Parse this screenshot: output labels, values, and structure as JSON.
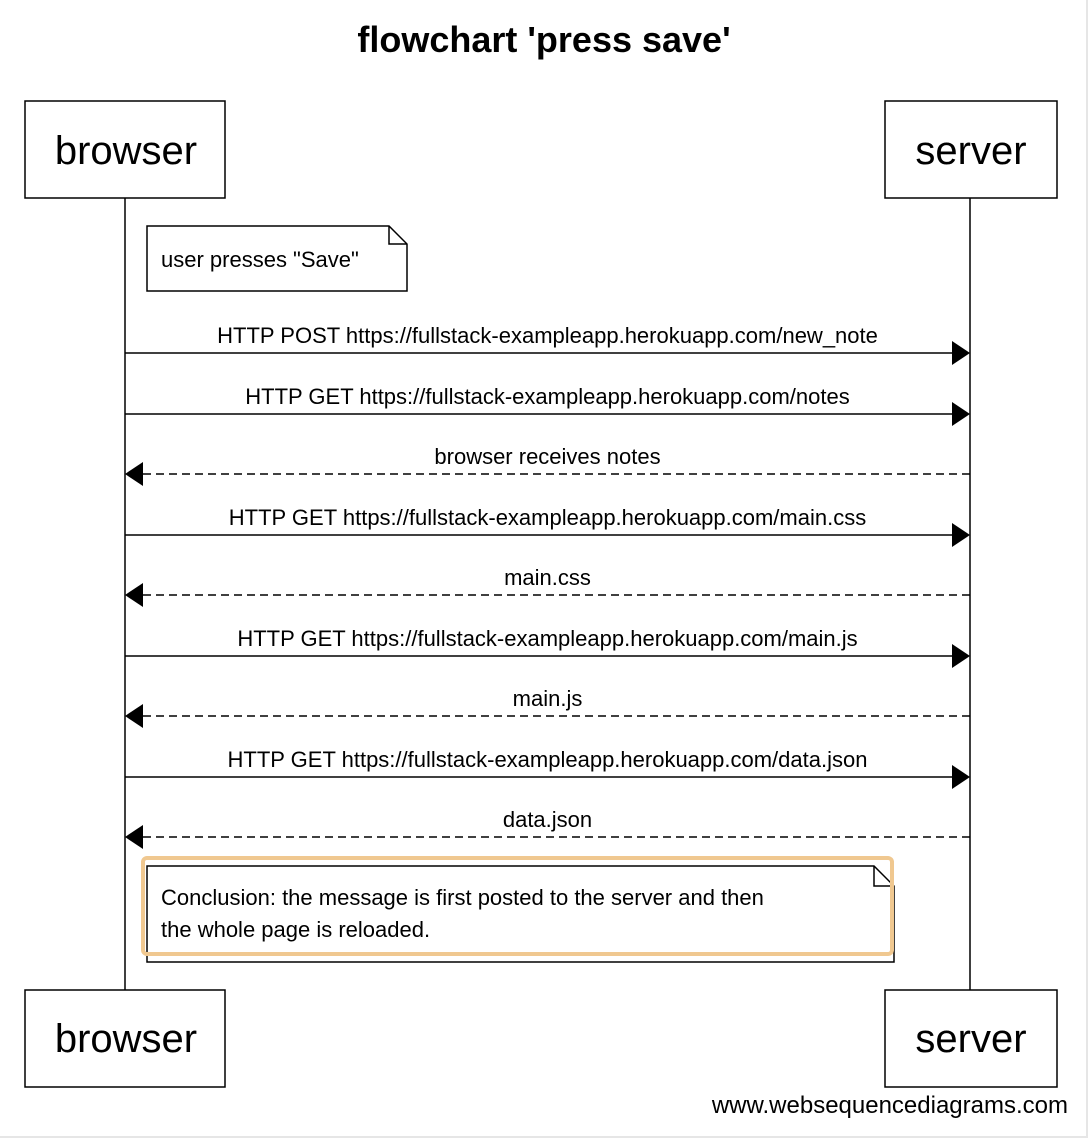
{
  "title": "flowchart 'press save'",
  "participants": {
    "left": "browser",
    "right": "server"
  },
  "note_start": "user presses \"Save\"",
  "messages": [
    {
      "label": "HTTP POST https://fullstack-exampleapp.herokuapp.com/new_note",
      "direction": "to-server",
      "style": "solid"
    },
    {
      "label": "HTTP GET https://fullstack-exampleapp.herokuapp.com/notes",
      "direction": "to-server",
      "style": "solid"
    },
    {
      "label": "browser receives notes",
      "direction": "to-browser",
      "style": "dashed"
    },
    {
      "label": "HTTP GET https://fullstack-exampleapp.herokuapp.com/main.css",
      "direction": "to-server",
      "style": "solid"
    },
    {
      "label": "main.css",
      "direction": "to-browser",
      "style": "dashed"
    },
    {
      "label": "HTTP GET https://fullstack-exampleapp.herokuapp.com/main.js",
      "direction": "to-server",
      "style": "solid"
    },
    {
      "label": "main.js",
      "direction": "to-browser",
      "style": "dashed"
    },
    {
      "label": "HTTP GET https://fullstack-exampleapp.herokuapp.com/data.json",
      "direction": "to-server",
      "style": "solid"
    },
    {
      "label": "data.json",
      "direction": "to-browser",
      "style": "dashed"
    }
  ],
  "note_end": {
    "line1": "Conclusion: the message is first posted to the server and then",
    "line2": "the whole page is reloaded."
  },
  "footer": "www.websequencediagrams.com",
  "colors": {
    "line": "#000000",
    "highlight": "#f0c890"
  }
}
